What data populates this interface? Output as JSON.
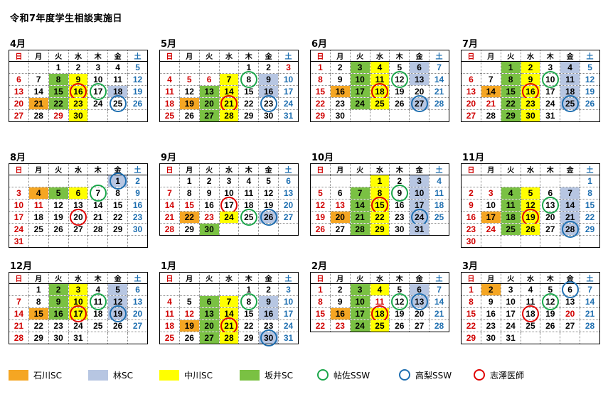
{
  "title": "令和7年度学生相談実施日",
  "weekdays": [
    "日",
    "月",
    "火",
    "水",
    "木",
    "金",
    "土"
  ],
  "colors": {
    "ishikawa": "#f5a623",
    "hayashi": "#b7c6e2",
    "nakagawa": "#ffff00",
    "sakai": "#7ac143",
    "chosa": "#1aa64a",
    "takanashi": "#1f6fb0",
    "shizawa": "#e00000"
  },
  "legend": [
    {
      "key": "ishikawa",
      "label": "石川SC",
      "kind": "swatch"
    },
    {
      "key": "hayashi",
      "label": "林SC",
      "kind": "swatch"
    },
    {
      "key": "nakagawa",
      "label": "中川SC",
      "kind": "swatch"
    },
    {
      "key": "sakai",
      "label": "坂井SC",
      "kind": "swatch"
    },
    {
      "key": "chosa",
      "label": "帖佐SSW",
      "kind": "ring"
    },
    {
      "key": "takanashi",
      "label": "高梨SSW",
      "kind": "ring"
    },
    {
      "key": "shizawa",
      "label": "志澤医師",
      "kind": "ring"
    }
  ],
  "months": [
    {
      "label": "4月",
      "start": 2,
      "days": 30,
      "holidays": [
        29
      ],
      "fill": {
        "8": "sakai",
        "9": "nakagawa",
        "15": "sakai",
        "16": "nakagawa",
        "18": "hayashi",
        "21": "ishikawa",
        "22": "sakai",
        "23": "nakagawa",
        "30": "nakagawa"
      },
      "rings": {
        "16": "shizawa",
        "17": "chosa",
        "25": "takanashi"
      }
    },
    {
      "label": "5月",
      "start": 4,
      "days": 31,
      "holidays": [
        3,
        4,
        5,
        6
      ],
      "fill": {
        "7": "nakagawa",
        "9": "hayashi",
        "13": "sakai",
        "14": "nakagawa",
        "16": "hayashi",
        "19": "ishikawa",
        "20": "sakai",
        "21": "nakagawa",
        "27": "sakai",
        "28": "nakagawa"
      },
      "rings": {
        "8": "chosa",
        "21": "shizawa",
        "23": "takanashi"
      }
    },
    {
      "label": "6月",
      "start": 0,
      "days": 30,
      "holidays": [],
      "fill": {
        "3": "sakai",
        "4": "nakagawa",
        "6": "hayashi",
        "10": "sakai",
        "11": "nakagawa",
        "13": "hayashi",
        "16": "ishikawa",
        "17": "sakai",
        "18": "nakagawa",
        "24": "sakai",
        "25": "nakagawa",
        "27": "hayashi"
      },
      "rings": {
        "12": "chosa",
        "18": "shizawa",
        "27": "takanashi"
      }
    },
    {
      "label": "7月",
      "start": 2,
      "days": 31,
      "holidays": [
        21
      ],
      "fill": {
        "1": "sakai",
        "2": "nakagawa",
        "4": "hayashi",
        "8": "sakai",
        "9": "nakagawa",
        "11": "hayashi",
        "14": "ishikawa",
        "15": "sakai",
        "16": "nakagawa",
        "18": "hayashi",
        "22": "sakai",
        "23": "nakagawa",
        "25": "hayashi",
        "29": "sakai",
        "30": "nakagawa"
      },
      "rings": {
        "10": "chosa",
        "16": "shizawa",
        "25": "takanashi"
      }
    },
    {
      "label": "8月",
      "start": 5,
      "days": 31,
      "holidays": [
        11
      ],
      "fill": {
        "1": "hayashi",
        "4": "ishikawa",
        "5": "sakai",
        "6": "nakagawa"
      },
      "rings": {
        "1": "takanashi",
        "7": "chosa",
        "20": "shizawa"
      }
    },
    {
      "label": "9月",
      "start": 1,
      "days": 30,
      "holidays": [
        15,
        23
      ],
      "fill": {
        "22": "ishikawa",
        "24": "nakagawa",
        "26": "hayashi",
        "30": "sakai"
      },
      "rings": {
        "17": "shizawa",
        "25": "chosa",
        "26": "takanashi"
      }
    },
    {
      "label": "10月",
      "start": 3,
      "days": 31,
      "holidays": [
        13
      ],
      "fill": {
        "1": "nakagawa",
        "3": "hayashi",
        "7": "sakai",
        "8": "nakagawa",
        "10": "hayashi",
        "14": "sakai",
        "15": "nakagawa",
        "17": "hayashi",
        "20": "ishikawa",
        "21": "sakai",
        "22": "nakagawa",
        "24": "hayashi",
        "28": "sakai",
        "29": "nakagawa",
        "31": "hayashi"
      },
      "rings": {
        "9": "chosa",
        "15": "shizawa",
        "24": "takanashi"
      }
    },
    {
      "label": "11月",
      "start": 6,
      "days": 30,
      "holidays": [
        3,
        24
      ],
      "fill": {
        "4": "sakai",
        "5": "nakagawa",
        "7": "hayashi",
        "11": "sakai",
        "12": "nakagawa",
        "14": "hayashi",
        "17": "ishikawa",
        "18": "sakai",
        "19": "nakagawa",
        "21": "hayashi",
        "25": "sakai",
        "26": "nakagawa",
        "28": "hayashi"
      },
      "rings": {
        "13": "chosa",
        "19": "shizawa",
        "28": "takanashi"
      }
    },
    {
      "label": "12月",
      "start": 1,
      "days": 31,
      "holidays": [],
      "fill": {
        "2": "sakai",
        "3": "nakagawa",
        "5": "hayashi",
        "9": "sakai",
        "10": "nakagawa",
        "12": "hayashi",
        "15": "ishikawa",
        "16": "sakai",
        "17": "nakagawa",
        "19": "hayashi"
      },
      "rings": {
        "11": "chosa",
        "17": "shizawa",
        "19": "takanashi"
      }
    },
    {
      "label": "1月",
      "start": 4,
      "days": 31,
      "holidays": [
        12
      ],
      "fill": {
        "6": "sakai",
        "7": "nakagawa",
        "9": "hayashi",
        "13": "sakai",
        "14": "nakagawa",
        "16": "hayashi",
        "19": "ishikawa",
        "20": "sakai",
        "21": "nakagawa",
        "27": "sakai",
        "28": "nakagawa",
        "30": "hayashi"
      },
      "rings": {
        "8": "chosa",
        "21": "shizawa",
        "30": "takanashi"
      }
    },
    {
      "label": "2月",
      "start": 0,
      "days": 28,
      "holidays": [
        11,
        23
      ],
      "fill": {
        "3": "sakai",
        "4": "nakagawa",
        "6": "hayashi",
        "10": "sakai",
        "13": "hayashi",
        "16": "ishikawa",
        "17": "sakai",
        "18": "nakagawa",
        "24": "sakai",
        "25": "nakagawa"
      },
      "rings": {
        "12": "chosa",
        "13": "takanashi",
        "18": "shizawa"
      }
    },
    {
      "label": "3月",
      "start": 0,
      "days": 31,
      "holidays": [
        20
      ],
      "fill": {
        "2": "ishikawa"
      },
      "rings": {
        "6": "takanashi",
        "12": "chosa",
        "18": "shizawa"
      }
    }
  ]
}
